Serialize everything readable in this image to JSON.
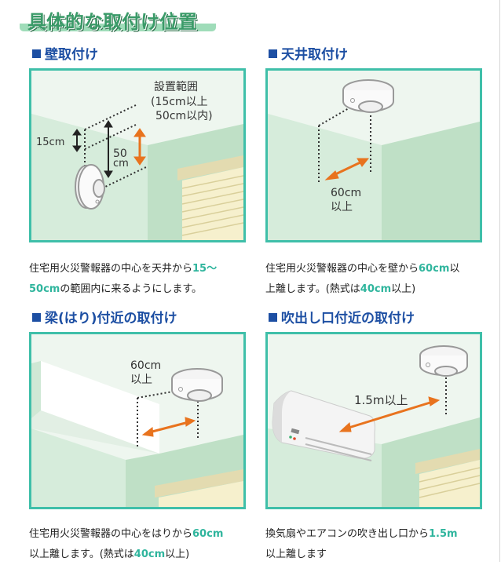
{
  "page_title": "具体的な取付け位置",
  "colors": {
    "accent_teal": "#2fb59d",
    "frame_border": "#3fbfa9",
    "heading_blue": "#1d4fa3",
    "title_green": "#3a9a68",
    "arrow_orange": "#e8731e"
  },
  "sections": [
    {
      "heading": "壁取付け",
      "icon": "square-bullet-icon",
      "illustration": {
        "range_label_1": "設置範囲",
        "range_label_2": "(15cm以上",
        "range_label_3": "50cm以内)",
        "dim_small": "15cm",
        "dim_large_1": "50",
        "dim_large_2": "cm"
      },
      "desc": {
        "p1": "住宅用火災警報器の中心を天井から",
        "h1": "15〜",
        "h2": "50cm",
        "p2": "の範囲内に来るようにします。"
      }
    },
    {
      "heading": "天井取付け",
      "icon": "square-bullet-icon",
      "illustration": {
        "dim_1": "60cm",
        "dim_2": "以上"
      },
      "desc": {
        "p1": "住宅用火災警報器の中心を壁から",
        "h1": "60cm",
        "p2": "以",
        "p3": "上離します。(熱式は",
        "h2": "40cm",
        "p4": "以上)"
      }
    },
    {
      "heading": "梁(はり)付近の取付け",
      "icon": "square-bullet-icon",
      "illustration": {
        "dim_1": "60cm",
        "dim_2": "以上"
      },
      "desc": {
        "p1": "住宅用火災警報器の中心をはりから",
        "h1": "60cm",
        "p2": "以上離します。(熱式は",
        "h2": "40cm",
        "p3": "以上)"
      }
    },
    {
      "heading": "吹出し口付近の取付け",
      "icon": "square-bullet-icon",
      "illustration": {
        "dim_1": "1.5m以上"
      },
      "desc": {
        "p1": "換気扇やエアコンの吹き出し口から",
        "h1": "1.5m",
        "p2": "以上離します"
      }
    }
  ]
}
